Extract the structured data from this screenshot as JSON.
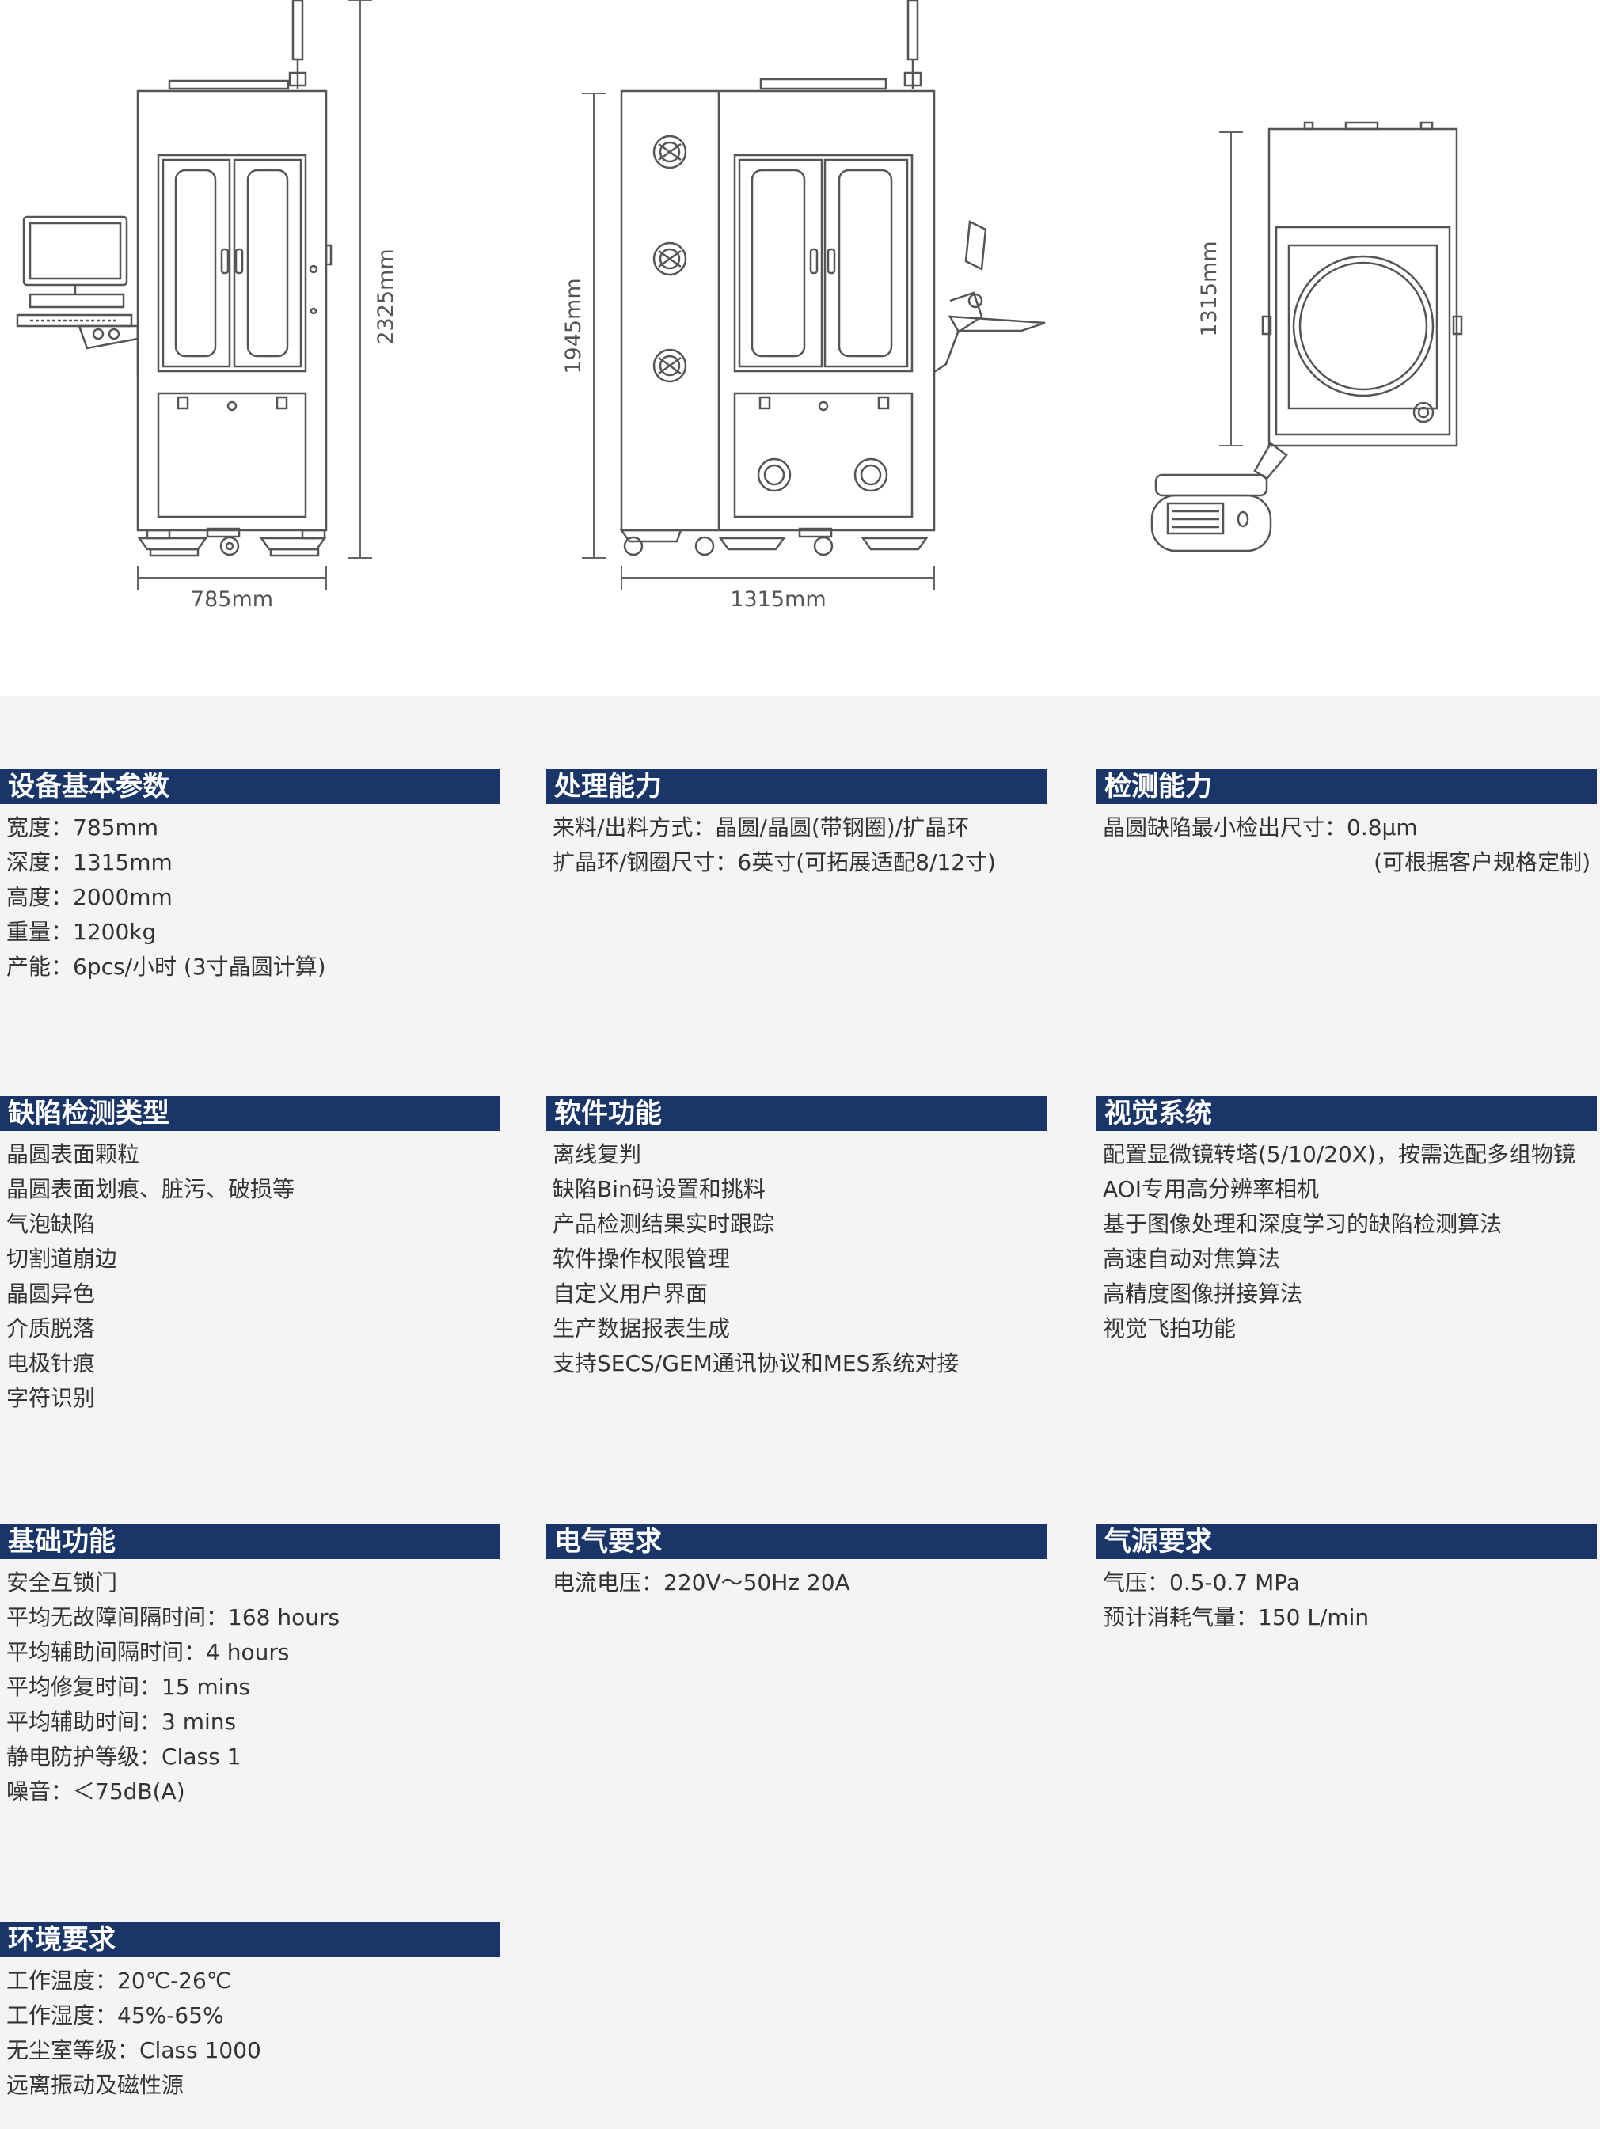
{
  "dimensions": {
    "front_width": "785mm",
    "front_height": "2325mm",
    "side_width": "1315mm",
    "side_height": "1945mm",
    "top_depth": "1315mm"
  },
  "sections": [
    {
      "title": "设备基本参数",
      "lines": [
        "宽度：785mm",
        "深度：1315mm",
        "高度：2000mm",
        "重量：1200kg",
        "产能：6pcs/小时 (3寸晶圆计算)"
      ]
    },
    {
      "title": "处理能力",
      "lines": [
        "来料/出料方式：晶圆/晶圆(带钢圈)/扩晶环",
        "扩晶环/钢圈尺寸：6英寸(可拓展适配8/12寸)"
      ]
    },
    {
      "title": "检测能力",
      "lines": [
        "晶圆缺陷最小检出尺寸：0.8μm",
        "(可根据客户规格定制)"
      ]
    },
    {
      "title": "缺陷检测类型",
      "lines": [
        "晶圆表面颗粒",
        "晶圆表面划痕、脏污、破损等",
        "气泡缺陷",
        "切割道崩边",
        "晶圆异色",
        "介质脱落",
        "电极针痕",
        "字符识别"
      ]
    },
    {
      "title": "软件功能",
      "lines": [
        "离线复判",
        "缺陷Bin码设置和挑料",
        "产品检测结果实时跟踪",
        "软件操作权限管理",
        "自定义用户界面",
        "生产数据报表生成",
        "支持SECS/GEM通讯协议和MES系统对接"
      ]
    },
    {
      "title": "视觉系统",
      "lines": [
        "配置显微镜转塔(5/10/20X)，按需选配多组物镜",
        "AOI专用高分辨率相机",
        "基于图像处理和深度学习的缺陷检测算法",
        "高速自动对焦算法",
        "高精度图像拼接算法",
        "视觉飞拍功能"
      ]
    },
    {
      "title": "基础功能",
      "lines": [
        "安全互锁门",
        "平均无故障间隔时间：168 hours",
        "平均辅助间隔时间：4 hours",
        "平均修复时间：15 mins",
        "平均辅助时间：3 mins",
        "静电防护等级：Class 1",
        "噪音：＜75dB(A)"
      ]
    },
    {
      "title": "电气要求",
      "lines": [
        "电流电压：220V～50Hz 20A"
      ]
    },
    {
      "title": "气源要求",
      "lines": [
        "气压：0.5-0.7 MPa",
        "预计消耗气量：150 L/min"
      ]
    },
    {
      "title": "环境要求",
      "lines": [
        "工作温度：20℃-26℃",
        "工作湿度：45%-65%",
        "无尘室等级：Class 1000",
        "远离振动及磁性源"
      ]
    }
  ]
}
